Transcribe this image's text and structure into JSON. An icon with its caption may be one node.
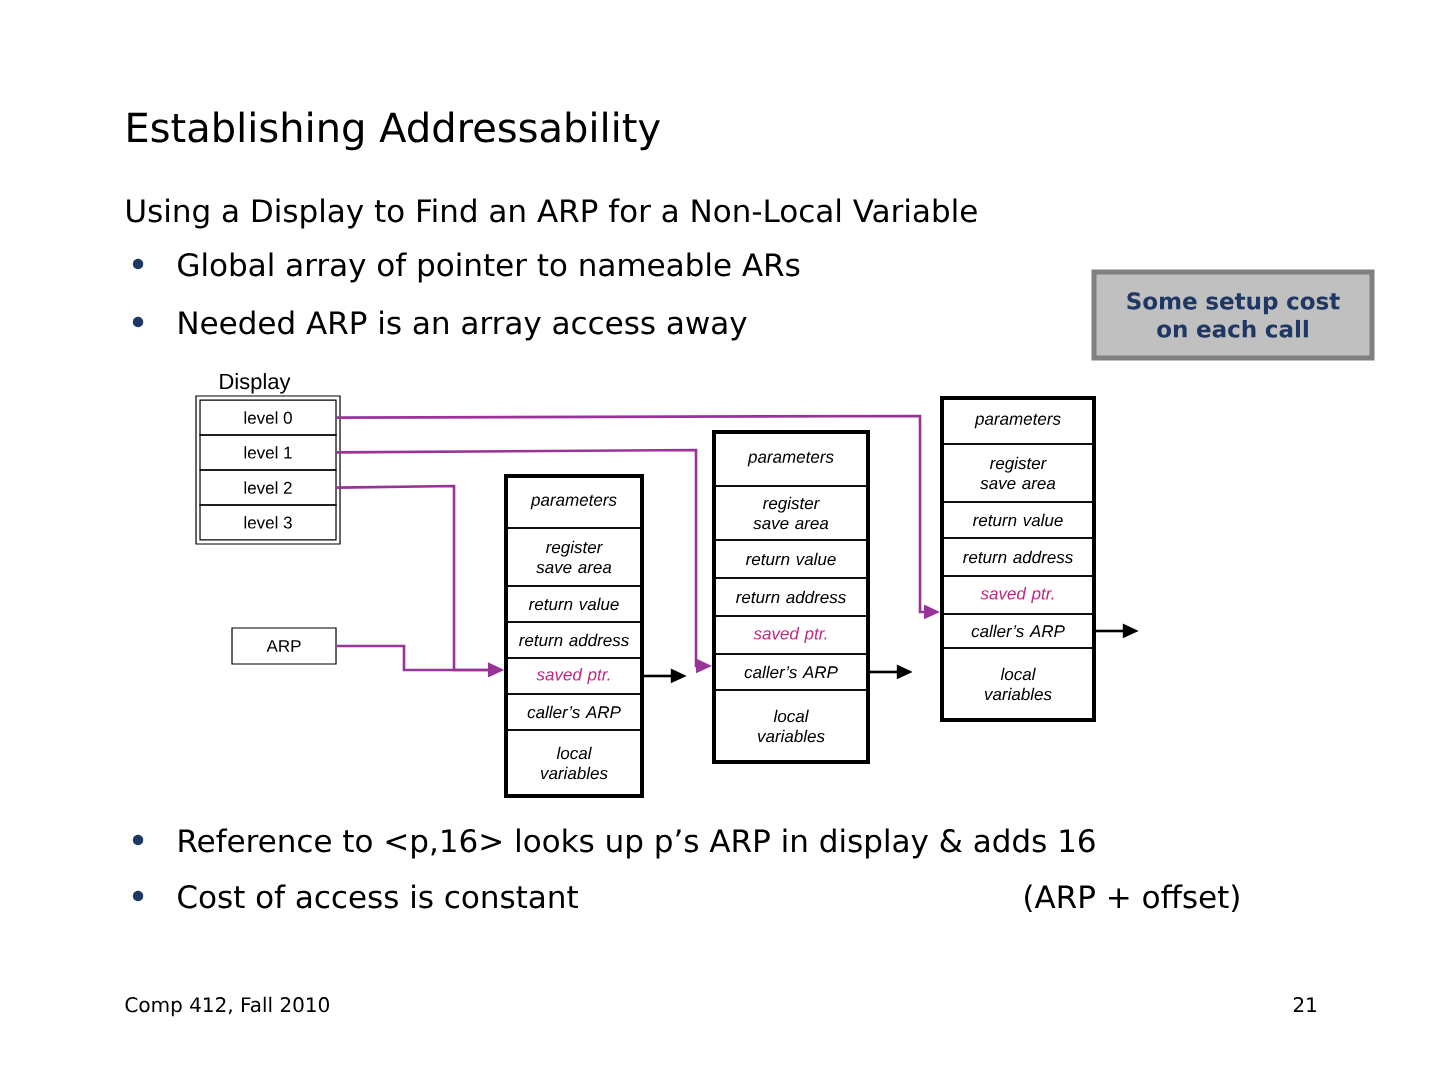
{
  "diagram": {
    "title": "Establishing Addressability",
    "nodes": [
      {
        "text": [
          "Display"
        ]
      },
      {
        "text": [
          "level 0"
        ],
        "in": 0
      },
      {
        "text": [
          "level 1"
        ],
        "in": 0
      },
      {
        "text": [
          "level 2"
        ],
        "in": 0
      },
      {
        "text": [
          "level 3"
        ],
        "in": 0
      },
      {
        "text": [
          "ARP"
        ]
      },
      {
        "text": [],
        "shape": "box"
      },
      {
        "text": [
          "parameters"
        ],
        "in": 6
      },
      {
        "text": [
          "register save area"
        ],
        "in": 6
      },
      {
        "text": [
          "return value"
        ],
        "in": 6
      },
      {
        "text": [
          "return address"
        ],
        "in": 6
      },
      {
        "text": [
          "saved ptr."
        ],
        "in": 6
      },
      {
        "text": [
          "caller’s ARP"
        ],
        "in": 6
      },
      {
        "text": [
          "local variables"
        ],
        "in": 6
      },
      {
        "text": [],
        "shape": "box"
      },
      {
        "text": [
          "parameters"
        ],
        "in": 14
      },
      {
        "text": [
          "register save area"
        ],
        "in": 14
      },
      {
        "text": [
          "return value"
        ],
        "in": 14
      },
      {
        "text": [
          "return address"
        ],
        "in": 14
      },
      {
        "text": [
          "saved ptr."
        ],
        "in": 14
      },
      {
        "text": [
          "caller’s ARP"
        ],
        "in": 14
      },
      {
        "text": [
          "local variables"
        ],
        "in": 14
      },
      {
        "text": [],
        "shape": "box"
      },
      {
        "text": [
          "parameters"
        ],
        "in": 22
      },
      {
        "text": [
          "register save area"
        ],
        "in": 22
      },
      {
        "text": [
          "return value"
        ],
        "in": 22
      },
      {
        "text": [
          "return address"
        ],
        "in": 22
      },
      {
        "text": [
          "saved ptr."
        ],
        "in": 22
      },
      {
        "text": [
          "caller’s ARP"
        ],
        "in": 22
      },
      {
        "text": [
          "local variables"
        ],
        "in": 22
      },
      {
        "text": [
          "Some setup cost on each call"
        ]
      }
    ],
    "edges": [
      {
        "from": 1,
        "to": 22,
        "arrow": "to"
      },
      {
        "from": 2,
        "to": 14,
        "arrow": "to"
      },
      {
        "from": 3,
        "to": 6,
        "arrow": "to"
      },
      {
        "from": 5,
        "to": 6,
        "arrow": "to"
      },
      {
        "from": 11,
        "to": null,
        "arrow": "to",
        "color": "#000000"
      },
      {
        "from": 20,
        "to": null,
        "arrow": "to",
        "color": "#000000"
      },
      {
        "from": 28,
        "to": null,
        "arrow": "to",
        "color": "#000000"
      }
    ],
    "labels": [
      "Using a Display to Find an ARP for a Non-Local Variable",
      "Global array of pointer to nameable ARs",
      "Needed ARP is an array access away",
      "Reference to <p,16> looks up p’s ARP in display & adds 16",
      "Cost of access is constant",
      "(ARP + offset)",
      "Comp 412, Fall 2010",
      "21"
    ]
  }
}
